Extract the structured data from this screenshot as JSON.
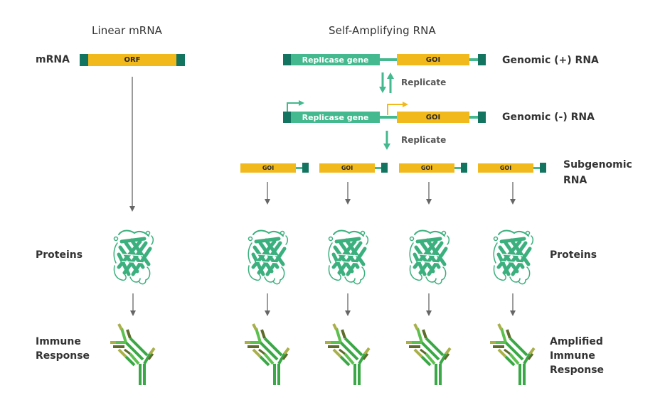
{
  "colors": {
    "cap": "#137560",
    "replicase": "#44b88e",
    "orf": "#f2b91c",
    "arrow_gray": "#7a7a7a",
    "arrow_green": "#44b88e",
    "arrow_orange": "#f2b91c",
    "protein": "#3bb07e",
    "antibody_green": "#3aa846",
    "antibody_light": "#5cc04e",
    "antibody_olive": "#a9b04a",
    "antibody_dark": "#5e6b2a",
    "text": "#333333"
  },
  "linear": {
    "title": "Linear mRNA",
    "row_label": "mRNA",
    "orf_label": "ORF",
    "proteins_label": "Proteins",
    "immune_label_line1": "Immune",
    "immune_label_line2": "Response"
  },
  "saRNA": {
    "title": "Self-Amplifying RNA",
    "genomic_plus_label": "Genomic (+) RNA",
    "genomic_minus_label": "Genomic (-) RNA",
    "replicase_label": "Replicase gene",
    "goi_label": "GOI",
    "replicate_label_1": "Replicate",
    "replicate_label_2": "Replicate",
    "subgenomic_label_line1": "Subgenomic",
    "subgenomic_label_line2": "RNA",
    "subgenomic_copies": [
      {
        "goi_label": "GOI"
      },
      {
        "goi_label": "GOI"
      },
      {
        "goi_label": "GOI"
      },
      {
        "goi_label": "GOI"
      }
    ],
    "proteins_label": "Proteins",
    "amplified_label_line1": "Amplified",
    "amplified_label_line2": "Immune",
    "amplified_label_line3": "Response"
  },
  "icons": {
    "protein": "beta-barrel-protein-icon",
    "antibody": "y-shaped-antibody-icon"
  }
}
